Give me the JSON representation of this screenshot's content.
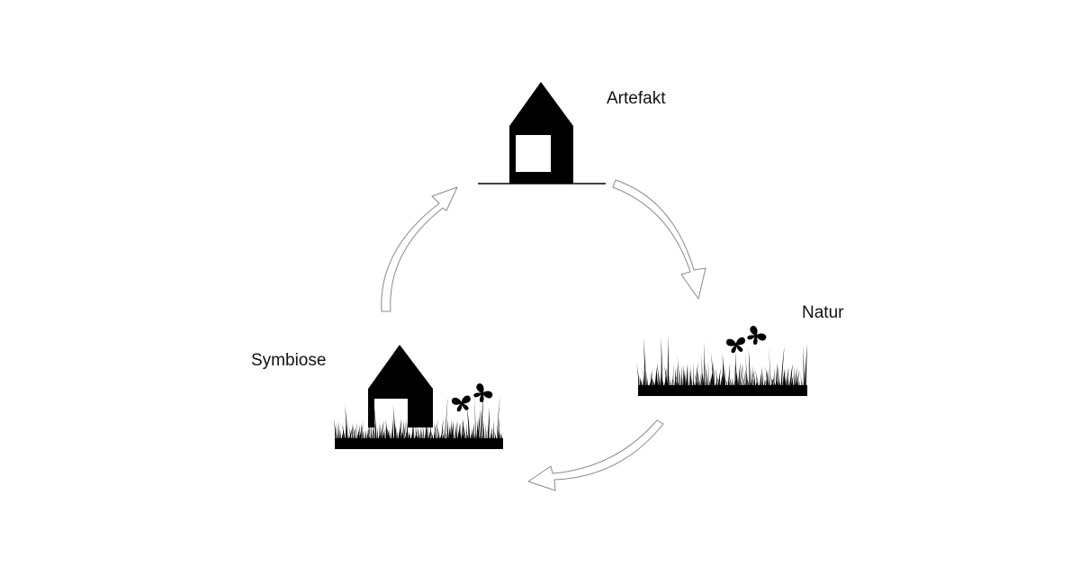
{
  "nodes": {
    "artefakt": {
      "label": "Artefakt"
    },
    "natur": {
      "label": "Natur"
    },
    "symbiose": {
      "label": "Symbiose"
    }
  },
  "colors": {
    "ink": "#000000",
    "background": "#ffffff",
    "arrow_outline": "#8a8a8a"
  },
  "icons": [
    "house-icon",
    "grass-icon",
    "butterfly-icon",
    "arrow-icon"
  ]
}
